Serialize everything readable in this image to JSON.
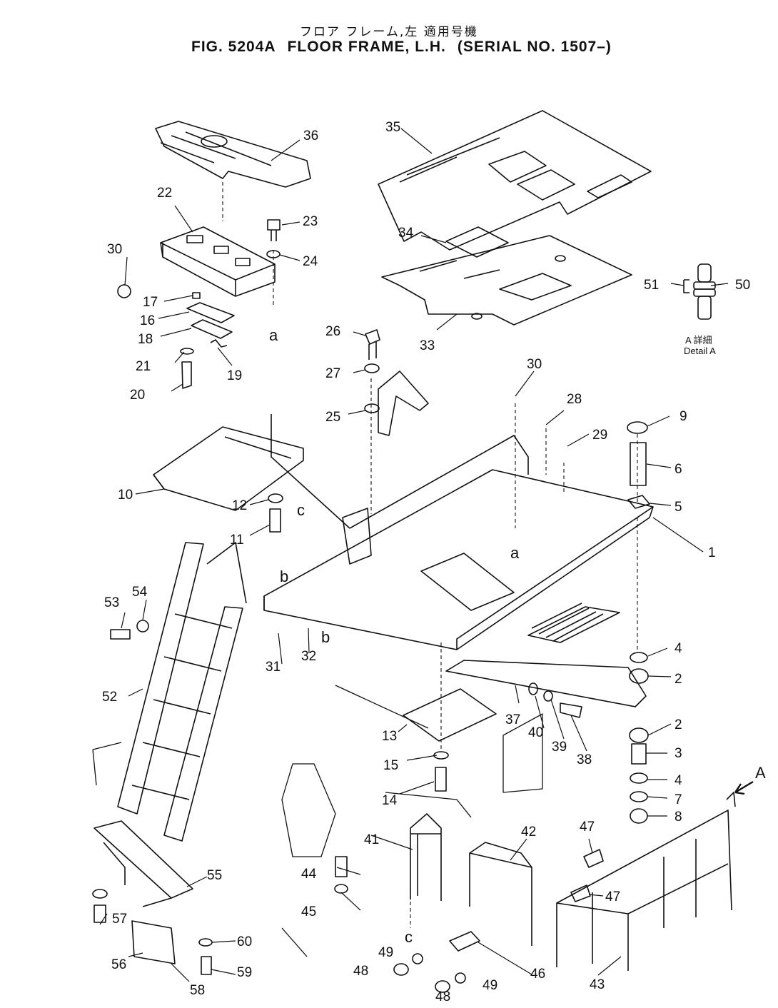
{
  "title": {
    "japanese": "フロア フレーム,左   適用号機",
    "figure": "FIG. 5204A",
    "name": "FLOOR FRAME, L.H.",
    "serial": "(SERIAL NO. 1507–)"
  },
  "detail": {
    "jp": "A 詳細",
    "en": "Detail A"
  },
  "callouts": {
    "p1": "1",
    "p2a": "2",
    "p2b": "2",
    "p3": "3",
    "p4a": "4",
    "p4b": "4",
    "p5": "5",
    "p6": "6",
    "p7": "7",
    "p8": "8",
    "p9": "9",
    "p10": "10",
    "p11": "11",
    "p12": "12",
    "p13": "13",
    "p14": "14",
    "p15": "15",
    "p16": "16",
    "p17": "17",
    "p18": "18",
    "p19": "19",
    "p20": "20",
    "p21": "21",
    "p22": "22",
    "p23": "23",
    "p24": "24",
    "p25": "25",
    "p26": "26",
    "p27": "27",
    "p28": "28",
    "p29": "29",
    "p30a": "30",
    "p30b": "30",
    "p31": "31",
    "p32": "32",
    "p33": "33",
    "p34": "34",
    "p35": "35",
    "p36": "36",
    "p37": "37",
    "p38": "38",
    "p39": "39",
    "p40": "40",
    "p41": "41",
    "p42": "42",
    "p43": "43",
    "p44": "44",
    "p45": "45",
    "p46": "46",
    "p47a": "47",
    "p47b": "47",
    "p48a": "48",
    "p48b": "48",
    "p49a": "49",
    "p49b": "49",
    "p50": "50",
    "p51": "51",
    "p52": "52",
    "p53": "53",
    "p54": "54",
    "p55": "55",
    "p56": "56",
    "p57": "57",
    "p58": "58",
    "p59": "59",
    "p60": "60"
  },
  "markers": {
    "a1": "a",
    "a2": "a",
    "b1": "b",
    "b2": "b",
    "c1": "c",
    "c2": "c",
    "bigA": "A"
  }
}
